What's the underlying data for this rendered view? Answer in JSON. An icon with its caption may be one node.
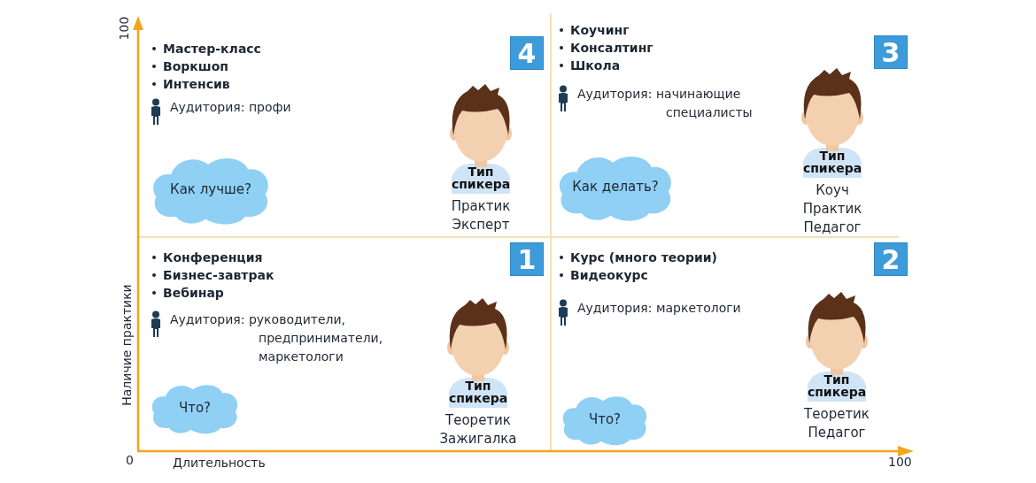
{
  "diagram": {
    "nodes": [
      {
        "text": [
          "4"
        ]
      },
      {
        "text": [
          "Как лучше?"
        ]
      },
      {
        "text": [
          "Тип спикера"
        ],
        "beside": [
          "Практик Эксперт"
        ]
      },
      {
        "text": [
          "3"
        ]
      },
      {
        "text": [
          "Как делать?"
        ]
      },
      {
        "text": [
          "Тип спикера"
        ],
        "beside": [
          "Коуч Практик Педагог"
        ]
      },
      {
        "text": [
          "1"
        ]
      },
      {
        "text": [
          "Что?"
        ]
      },
      {
        "text": [
          "Тип спикера"
        ],
        "beside": [
          "Теоретик Зажигалка"
        ]
      },
      {
        "text": [
          "2"
        ]
      },
      {
        "text": [
          "Что?"
        ]
      },
      {
        "text": [
          "Тип спикера"
        ],
        "beside": [
          "Теоретик Педагог"
        ]
      }
    ],
    "labels": [
      "100",
      "Мастер-класс",
      "Воркшоп",
      "Интенсив",
      "Аудитория: профи",
      "Коучинг",
      "Консалтинг",
      "Школа",
      "Аудитория: начинающие специалисты",
      "Наличие практики",
      "Конференция",
      "Бизнес-завтрак",
      "Вебинар",
      "Аудитория: руководители, предприниматели, маркетологи",
      "Курс (много теории)",
      "Видеокурс",
      "Аудитория: маркетологи",
      "0",
      "Длительность",
      "100"
    ]
  }
}
